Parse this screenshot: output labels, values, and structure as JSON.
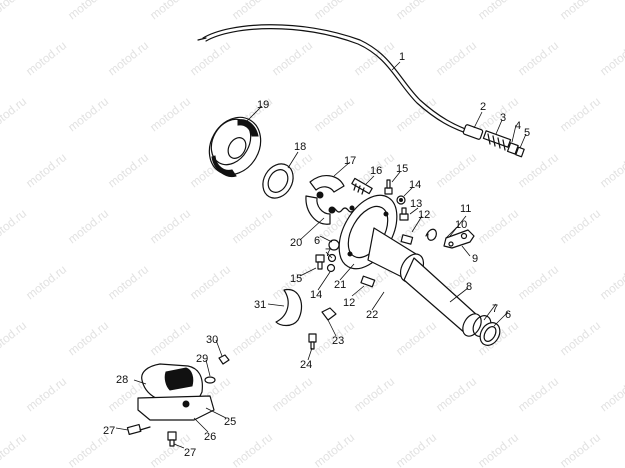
{
  "watermark": {
    "text": "motod.ru"
  },
  "callouts": [
    {
      "id": "c1",
      "label": "1"
    },
    {
      "id": "c2",
      "label": "2"
    },
    {
      "id": "c3",
      "label": "3"
    },
    {
      "id": "c4",
      "label": "4"
    },
    {
      "id": "c5",
      "label": "5"
    },
    {
      "id": "c6a",
      "label": "6"
    },
    {
      "id": "c6b",
      "label": "6"
    },
    {
      "id": "c7a",
      "label": "7"
    },
    {
      "id": "c7b",
      "label": "7"
    },
    {
      "id": "c8",
      "label": "8"
    },
    {
      "id": "c9",
      "label": "9"
    },
    {
      "id": "c10",
      "label": "10"
    },
    {
      "id": "c11",
      "label": "11"
    },
    {
      "id": "c12a",
      "label": "12"
    },
    {
      "id": "c12b",
      "label": "12"
    },
    {
      "id": "c13",
      "label": "13"
    },
    {
      "id": "c14a",
      "label": "14"
    },
    {
      "id": "c14b",
      "label": "14"
    },
    {
      "id": "c15a",
      "label": "15"
    },
    {
      "id": "c15b",
      "label": "15"
    },
    {
      "id": "c16",
      "label": "16"
    },
    {
      "id": "c17",
      "label": "17"
    },
    {
      "id": "c18",
      "label": "18"
    },
    {
      "id": "c19",
      "label": "19"
    },
    {
      "id": "c20",
      "label": "20"
    },
    {
      "id": "c21",
      "label": "21"
    },
    {
      "id": "c22",
      "label": "22"
    },
    {
      "id": "c23",
      "label": "23"
    },
    {
      "id": "c24",
      "label": "24"
    },
    {
      "id": "c25",
      "label": "25"
    },
    {
      "id": "c26",
      "label": "26"
    },
    {
      "id": "c27a",
      "label": "27"
    },
    {
      "id": "c27b",
      "label": "27"
    },
    {
      "id": "c28",
      "label": "28"
    },
    {
      "id": "c29",
      "label": "29"
    },
    {
      "id": "c30",
      "label": "30"
    },
    {
      "id": "c31",
      "label": "31"
    }
  ]
}
